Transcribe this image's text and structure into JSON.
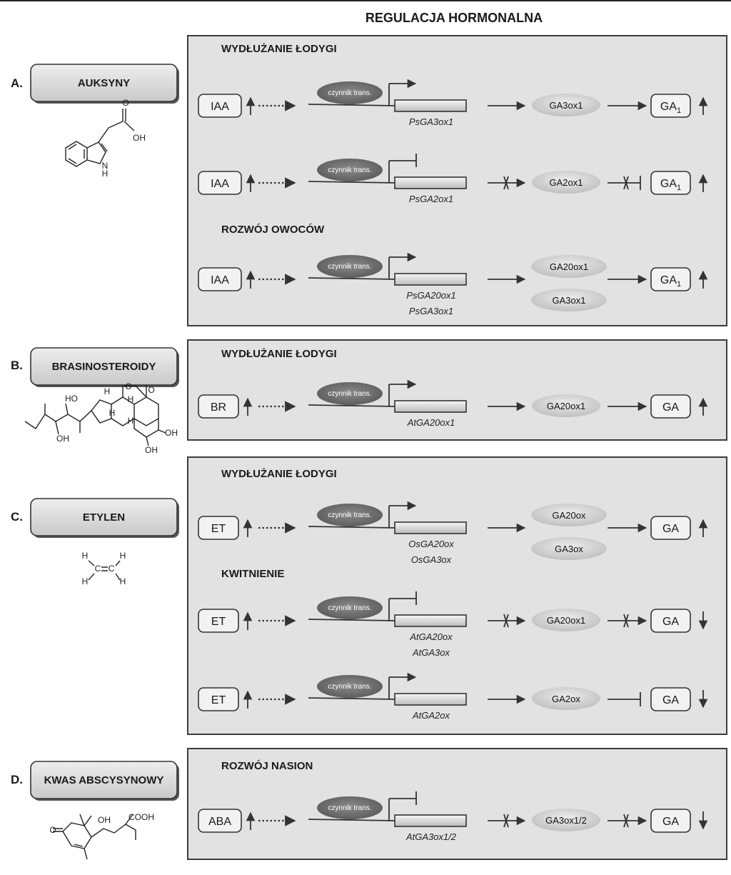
{
  "title": "REGULACJA HORMONALNA",
  "colors": {
    "panel_bg": "#e2e2e2",
    "border": "#3c3c3c",
    "ellipse_dark": "#6f6f6f",
    "ellipse_light": "#d6d6d6"
  },
  "sections": [
    {
      "id": "A",
      "letter": "A.",
      "hormone": "AUKSYNY",
      "structure": "indole-3-acetic-acid-structure",
      "chem_labels": [
        "O",
        "OH",
        "N",
        "H"
      ],
      "headers": [
        "WYDŁUŻANIE ŁODYGI",
        "ROZWÓJ OWOCÓW"
      ],
      "rows": [
        {
          "signal": "IAA",
          "signal_dir": "up",
          "tf": "czynnik trans.",
          "promoter": "activation",
          "genes": [
            "PsGA3ox1"
          ],
          "gene_link": "active",
          "enzymes": [
            "GA3ox1"
          ],
          "effect": "active",
          "product": "GA",
          "product_sub": "1",
          "product_dir": "up"
        },
        {
          "signal": "IAA",
          "signal_dir": "up",
          "tf": "czynnik trans.",
          "promoter": "repression",
          "genes": [
            "PsGA2ox1"
          ],
          "gene_link": "blocked",
          "enzymes": [
            "GA2ox1"
          ],
          "effect": "inhibition-blocked",
          "product": "GA",
          "product_sub": "1",
          "product_dir": "up"
        },
        {
          "signal": "IAA",
          "signal_dir": "up",
          "tf": "czynnik trans.",
          "promoter": "activation",
          "genes": [
            "PsGA20ox1",
            "PsGA3ox1"
          ],
          "gene_link": "active",
          "enzymes": [
            "GA20ox1",
            "GA3ox1"
          ],
          "effect": "active",
          "product": "GA",
          "product_sub": "1",
          "product_dir": "up"
        }
      ]
    },
    {
      "id": "B",
      "letter": "B.",
      "hormone": "BRASINOSTEROIDY",
      "structure": "brassinolide-structure",
      "chem_labels": [
        "HO",
        "OH",
        "OH",
        "OH",
        "O",
        "O",
        "H",
        "H",
        "H",
        "H"
      ],
      "headers": [
        "WYDŁUŻANIE ŁODYGI"
      ],
      "rows": [
        {
          "signal": "BR",
          "signal_dir": "up",
          "tf": "czynnik trans.",
          "promoter": "activation",
          "genes": [
            "AtGA20ox1"
          ],
          "gene_link": "active",
          "enzymes": [
            "GA20ox1"
          ],
          "effect": "active",
          "product": "GA",
          "product_sub": "",
          "product_dir": "up"
        }
      ]
    },
    {
      "id": "C",
      "letter": "C.",
      "hormone": "ETYLEN",
      "structure": "ethylene-structure",
      "chem_labels": [
        "H",
        "C",
        "C",
        "H",
        "H",
        "H"
      ],
      "headers": [
        "WYDŁUŻANIE ŁODYGI",
        "KWITNIENIE"
      ],
      "rows": [
        {
          "signal": "ET",
          "signal_dir": "up",
          "tf": "czynnik trans.",
          "promoter": "activation",
          "genes": [
            "OsGA20ox",
            "OsGA3ox"
          ],
          "gene_link": "active",
          "enzymes": [
            "GA20ox",
            "GA3ox"
          ],
          "effect": "active",
          "product": "GA",
          "product_sub": "",
          "product_dir": "up"
        },
        {
          "signal": "ET",
          "signal_dir": "up",
          "tf": "czynnik trans.",
          "promoter": "repression",
          "genes": [
            "AtGA20ox",
            "AtGA3ox"
          ],
          "gene_link": "blocked",
          "enzymes": [
            "GA20ox1"
          ],
          "effect": "blocked",
          "product": "GA",
          "product_sub": "",
          "product_dir": "down"
        },
        {
          "signal": "ET",
          "signal_dir": "up",
          "tf": "czynnik trans.",
          "promoter": "activation",
          "genes": [
            "AtGA2ox"
          ],
          "gene_link": "active",
          "enzymes": [
            "GA2ox"
          ],
          "effect": "inhibition",
          "product": "GA",
          "product_sub": "",
          "product_dir": "down"
        }
      ]
    },
    {
      "id": "D",
      "letter": "D.",
      "hormone": "KWAS ABSCYSYNOWY",
      "structure": "abscisic-acid-structure",
      "chem_labels": [
        "O",
        "OH",
        "COOH"
      ],
      "headers": [
        "ROZWÓJ NASION"
      ],
      "rows": [
        {
          "signal": "ABA",
          "signal_dir": "up",
          "tf": "czynnik trans.",
          "promoter": "repression",
          "genes": [
            "AtGA3ox1/2"
          ],
          "gene_link": "blocked",
          "enzymes": [
            "GA3ox1/2"
          ],
          "effect": "blocked",
          "product": "GA",
          "product_sub": "",
          "product_dir": "down"
        }
      ]
    }
  ]
}
